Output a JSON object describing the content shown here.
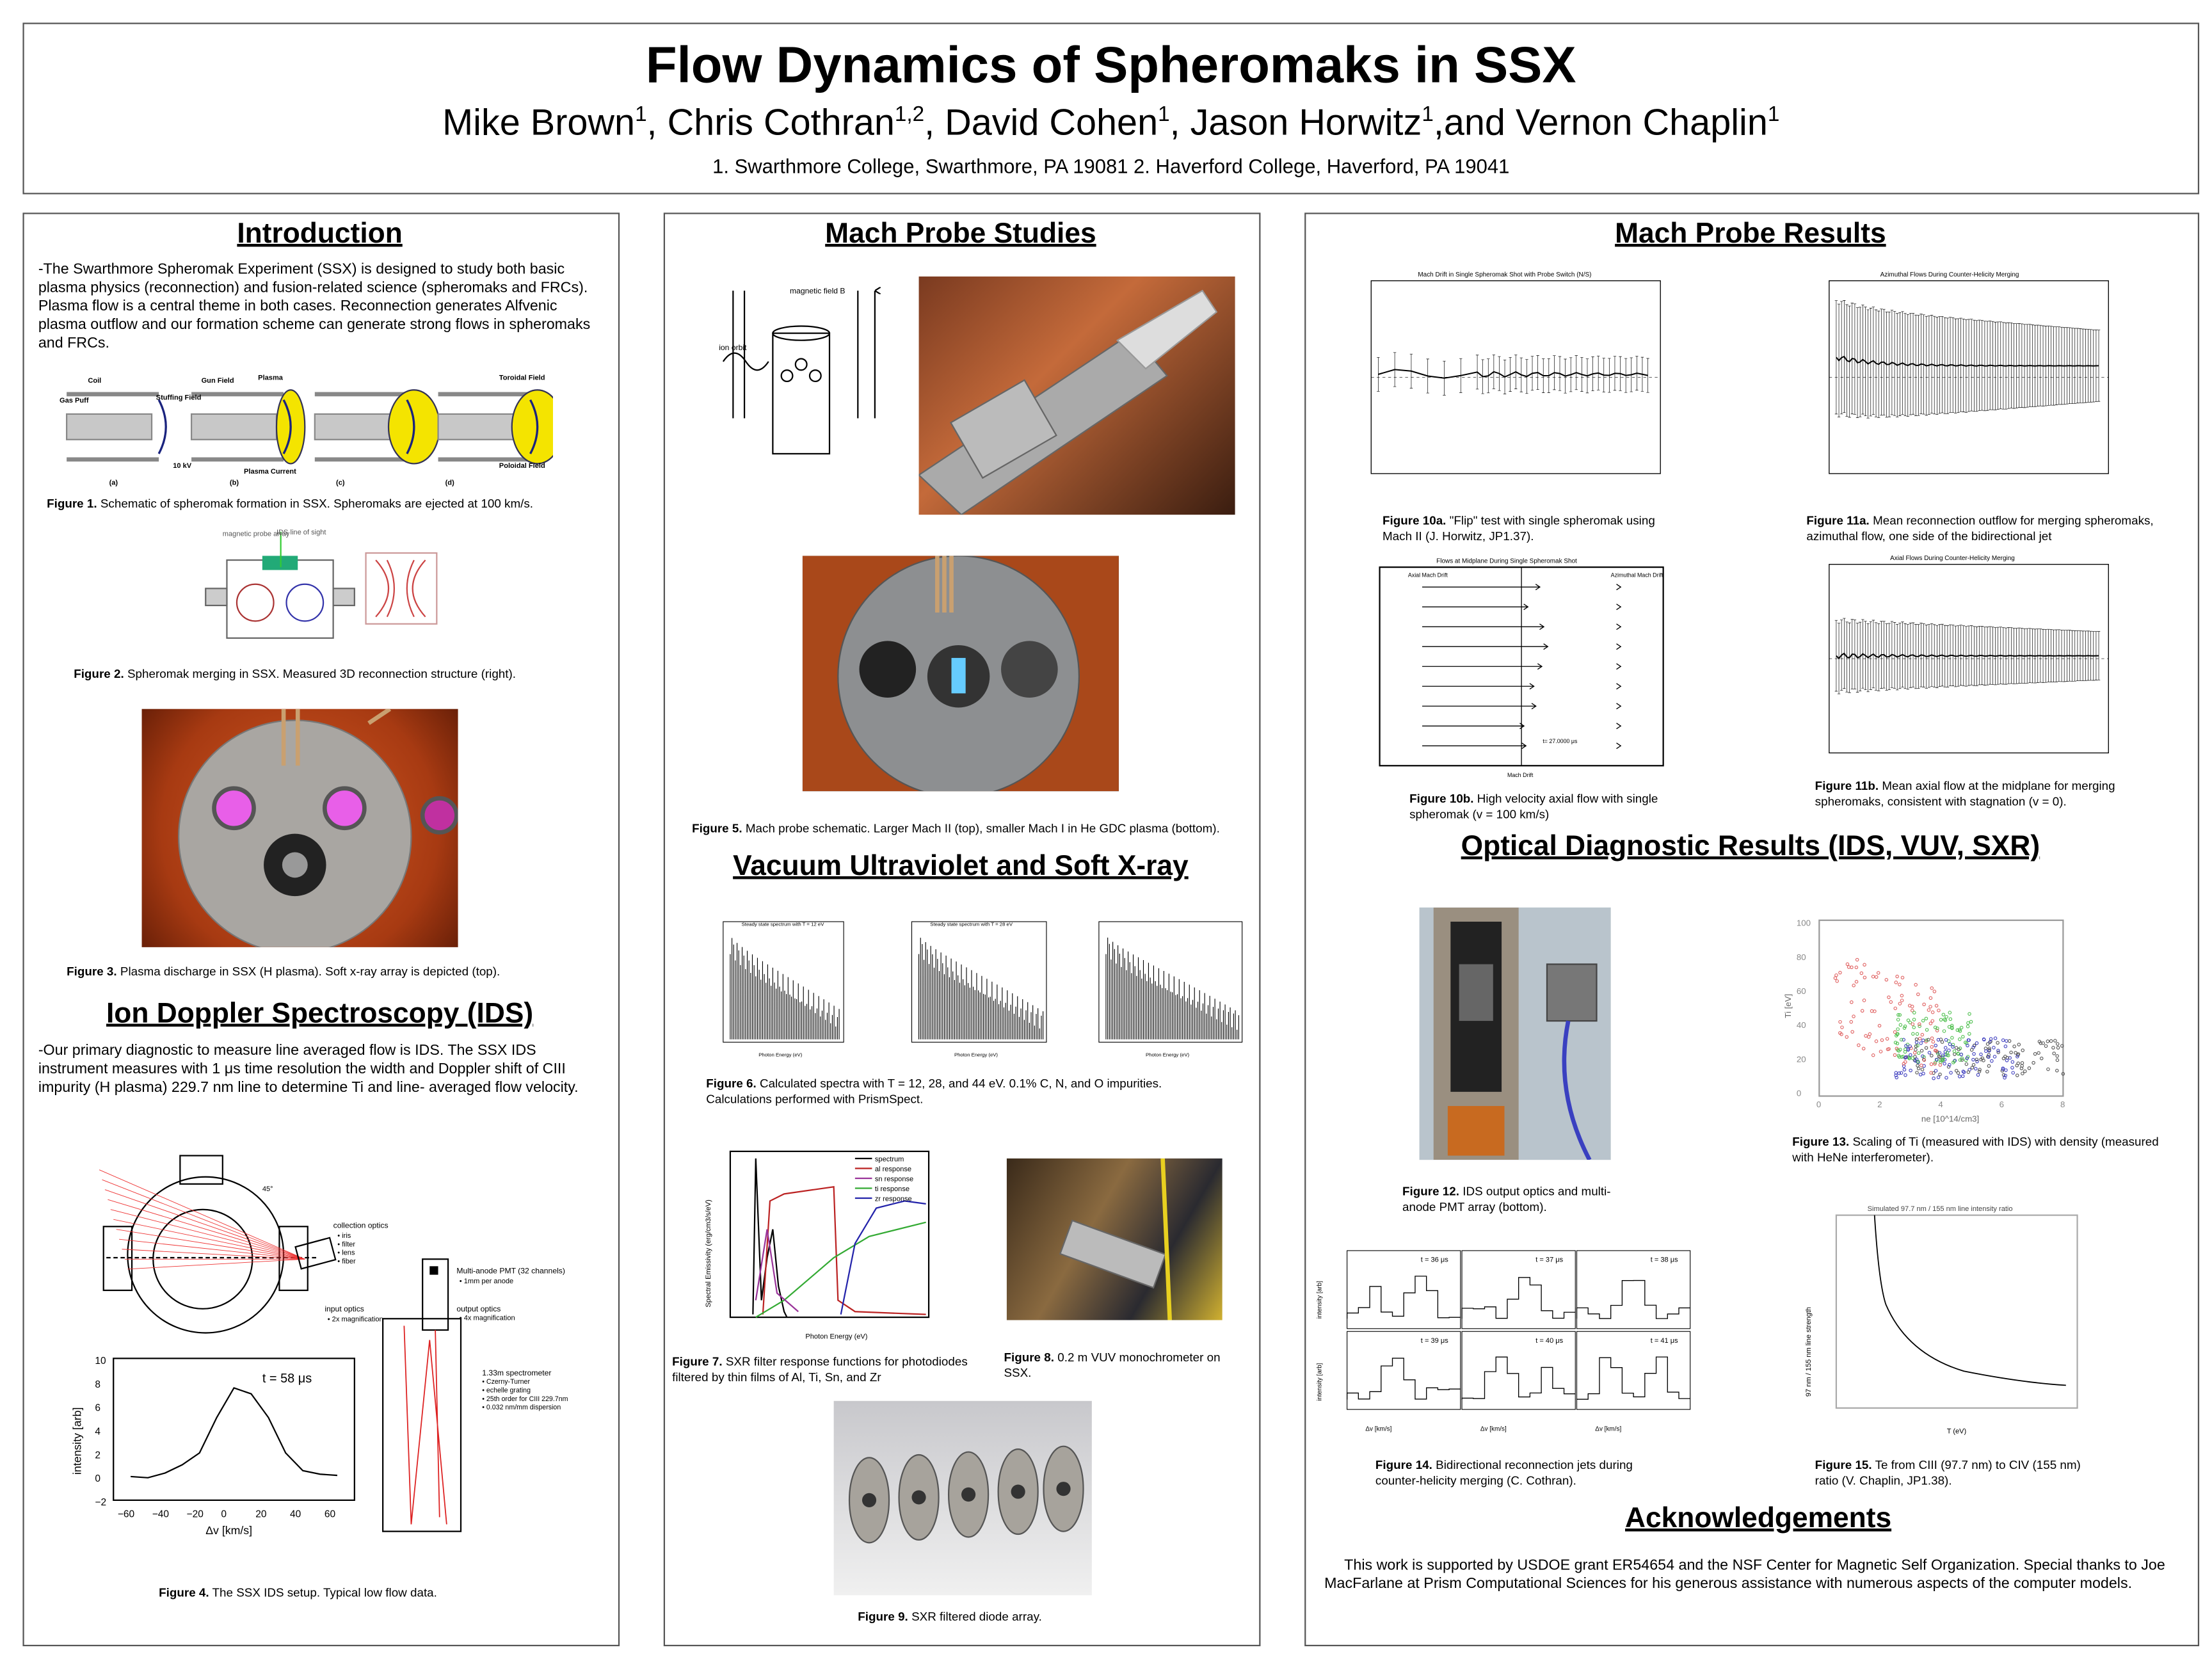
{
  "header": {
    "title": "Flow Dynamics of Spheromaks in SSX",
    "authors": [
      {
        "name": "Mike Brown",
        "aff": "1"
      },
      {
        "name": "Chris Cothran",
        "aff": "1,2"
      },
      {
        "name": "David Cohen",
        "aff": "1"
      },
      {
        "name": "Jason Horwitz",
        "aff": "1"
      },
      {
        "name": "and Vernon Chaplin",
        "aff": "1"
      }
    ],
    "affiliations": "1. Swarthmore College, Swarthmore, PA 19081  2. Haverford College, Haverford, PA 19041"
  },
  "intro": {
    "heading": "Introduction",
    "text": "-The Swarthmore Spheromak Experiment (SSX) is designed to study both basic plasma physics (reconnection) and fusion-related science (spheromaks and FRCs).  Plasma flow is a central theme in both cases.  Reconnection generates Alfvenic plasma outflow and our formation scheme can generate strong flows in spheromaks and FRCs.",
    "fig1_labels": [
      "Coil",
      "Gas Puff",
      "Stuffing Field",
      "Gun Field",
      "Plasma",
      "10 kV",
      "Plasma Current",
      "Toroidal Field",
      "Poloidal Field",
      "(a)",
      "(b)",
      "(c)",
      "(d)"
    ],
    "fig1": {
      "label": "Figure 1.",
      "text": "Schematic of spheromak formation in SSX.  Spheromaks are ejected at 100 km/s."
    },
    "fig2_labels": [
      "magnetic probe array",
      "IDS line of sight"
    ],
    "fig2": {
      "label": "Figure 2.",
      "text": "Spheromak merging in SSX.  Measured 3D reconnection structure (right)."
    },
    "fig3": {
      "label": "Figure 3.",
      "text": "Plasma discharge in SSX (H plasma).  Soft x-ray array is depicted (top)."
    }
  },
  "ids": {
    "heading": "Ion Doppler Spectroscopy (IDS)",
    "text": "-Our primary diagnostic to measure line averaged flow is IDS. The SSX IDS instrument measures with 1 μs time resolution the width and Doppler shift of CIII impurity (H plasma) 229.7 nm line to determine Ti and line- averaged flow velocity.",
    "labels": {
      "collection": "collection optics",
      "collection_items": [
        "• iris",
        "• filter",
        "• lens",
        "• fiber"
      ],
      "pmt": "Multi-anode PMT (32 channels)",
      "pmt_item": "• 1mm per anode",
      "input": "input optics",
      "input_item": "• 2x magnification",
      "output": "output optics",
      "output_item": "• 4x magnification",
      "spec": [
        "1.33m spectrometer",
        "• Czerny-Turner",
        "• echelle grating",
        "• 25th order for CIII 229.7nm",
        "• 0.032 nm/mm dispersion"
      ],
      "angle": "45°",
      "plot_t": "t =   58  μs",
      "plot_ylabel": "intensity [arb]",
      "plot_xlabel": "Δv  [km/s]",
      "yticks": [
        "10",
        "8",
        "6",
        "4",
        "2",
        "0",
        "−2"
      ],
      "xticks": [
        "−60",
        "−40",
        "−20",
        "0",
        "20",
        "40",
        "60"
      ]
    },
    "fig4": {
      "label": "Figure 4.",
      "text": "The SSX IDS setup.  Typical low flow data."
    }
  },
  "mach": {
    "heading": "Mach Probe Studies",
    "schem_labels": [
      "magnetic field  B",
      "ion orbit"
    ],
    "fig5": {
      "label": "Figure 5.",
      "text": "Mach probe schematic. Larger Mach II (top), smaller Mach I in He GDC plasma (bottom)."
    }
  },
  "vuv": {
    "heading": "Vacuum Ultraviolet and Soft X-ray",
    "spectra_titles": [
      "Steady state spectrum with T = 12 eV",
      "Steady state spectrum with T = 28 eV",
      ""
    ],
    "spectra_xlabel": "Photon Energy (eV)",
    "fig6": {
      "label": "Figure 6.",
      "text": "Calculated spectra with T = 12, 28, and 44 eV. 0.1% C, N, and O impurities. Calculations performed with PrismSpect."
    },
    "fig7_legend": [
      "spectrum",
      "al response",
      "sn response",
      "ti response",
      "zr response"
    ],
    "fig7_xlabel": "Photon Energy (eV)",
    "fig7_ylabel": "Spectral Emissivity (erg/cm3/s/eV)",
    "fig7": {
      "label": "Figure 7.",
      "text": "SXR filter response functions for photodiodes filtered by thin films of Al, Ti, Sn, and Zr"
    },
    "fig8": {
      "label": "Figure 8.",
      "text": "0.2 m VUV monochrometer on SSX."
    },
    "fig9": {
      "label": "Figure 9.",
      "text": "SXR filtered diode array."
    }
  },
  "results": {
    "heading": "Mach Probe Results",
    "fig10a_title": "Mach Drift in Single Spheromak Shot with Probe Switch (N/S)",
    "fig10a": {
      "label": "Figure 10a.",
      "text": "\"Flip\" test with single spheromak using Mach II (J. Horwitz, JP1.37)."
    },
    "fig11a_title": "Azimuthal Flows During Counter-Helicity Merging",
    "fig11a": {
      "label": "Figure 11a.",
      "text": "Mean reconnection outflow for merging spheromaks, azimuthal flow, one side of the bidirectional jet"
    },
    "fig10b_title": "Flows at Midplane During Single Spheromak Shot",
    "fig10b_left": "Axial Mach Drift",
    "fig10b_right": "Azimuthal Mach Drift",
    "fig10b_time": "t=    27.0000 μs",
    "fig10b_xlabel": "Mach Drift",
    "fig10b": {
      "label": "Figure 10b.",
      "text": "High velocity axial flow with single spheromak (v = 100 km/s)"
    },
    "fig11b_title": "Axial Flows During Counter-Helicity Merging",
    "fig11b": {
      "label": "Figure 11b.",
      "text": "Mean axial flow at the midplane for merging spheromaks, consistent with stagnation (v = 0)."
    }
  },
  "optical": {
    "heading": "Optical Diagnostic Results (IDS, VUV, SXR)",
    "fig12": {
      "label": "Figure 12.",
      "text": "IDS output optics and multi-anode PMT array (bottom)."
    },
    "fig13_ylabel": "Ti [eV]",
    "fig13_xlabel": "ne [10^14/cm3]",
    "fig13_yticks": [
      "100",
      "80",
      "60",
      "40",
      "20",
      "0"
    ],
    "fig13_xticks": [
      "0",
      "2",
      "4",
      "6",
      "8"
    ],
    "fig13": {
      "label": "Figure 13.",
      "text": "Scaling of Ti (measured with IDS) with density (measured with HeNe interferometer)."
    },
    "fig14_times": [
      "t =  36  μs",
      "t =  37  μs",
      "t =  38  μs",
      "t =  39  μs",
      "t =  40  μs",
      "t =  41  μs"
    ],
    "fig14_ylabel": "intensity [arb]",
    "fig14_xlabel": "Δv  [km/s]",
    "fig14": {
      "label": "Figure 14.",
      "text": "Bidirectional reconnection jets during counter-helicity merging (C. Cothran)."
    },
    "fig15_title": "Simulated 97.7 nm / 155 nm line intensity ratio",
    "fig15_ylabel": "97 nm / 155 nm line strength",
    "fig15_xlabel": "T (eV)",
    "fig15": {
      "label": "Figure 15.",
      "text": "Te from CIII (97.7 nm) to CIV (155 nm) ratio (V. Chaplin, JP1.38)."
    }
  },
  "ack": {
    "heading": "Acknowledgements",
    "text": "This work is supported by USDOE grant ER54654 and the NSF Center for Magnetic Self Organization.  Special thanks to Joe MacFarlane at Prism Computational Sciences for his generous assistance with numerous aspects of the computer models."
  }
}
